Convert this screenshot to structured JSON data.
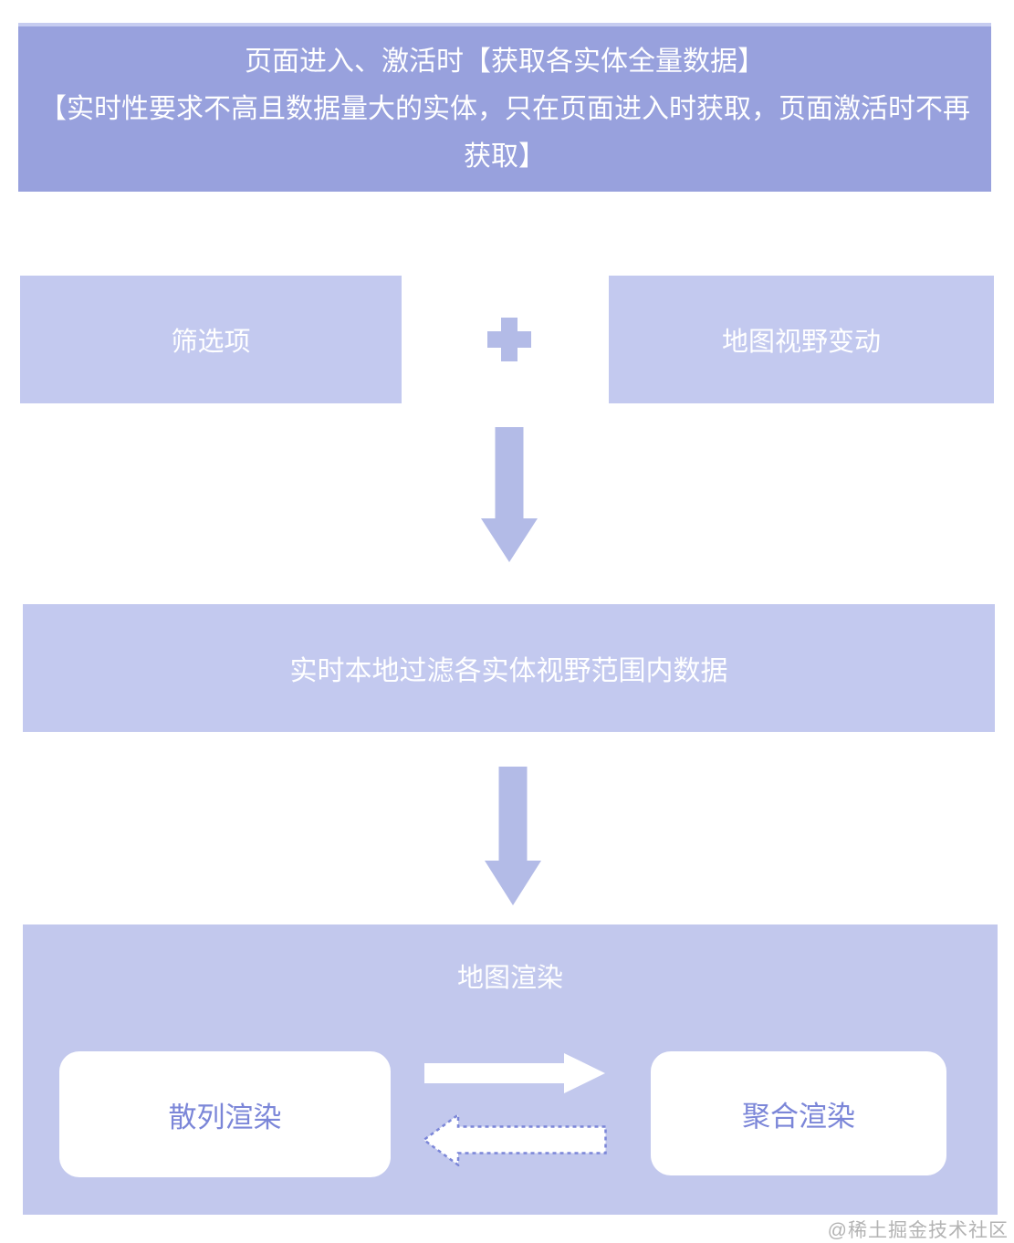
{
  "colors": {
    "box-dark": "#98a1dd",
    "box-edge": "#c6ccf0",
    "box-light": "#c3c9ef",
    "box-render": "#c2c8ed",
    "arrow": "#b3bbe7",
    "accent-text": "#7b86d8",
    "watermark": "#b3b3b3"
  },
  "flow": {
    "header": {
      "line1": "页面进入、激活时【获取各实体全量数据】",
      "line2": "【实时性要求不高且数据量大的实体，只在页面进入时获取，页面激活时不再",
      "line3": "获取】"
    },
    "inputs": {
      "filter_options": "筛选项",
      "map_viewport_change": "地图视野变动",
      "plus_icon": "plus-icon"
    },
    "local_filter": {
      "label": "实时本地过滤各实体视野范围内数据"
    },
    "render": {
      "title": "地图渲染",
      "scatter": "散列渲染",
      "cluster": "聚合渲染",
      "forward_arrow_icon": "arrow-right-icon",
      "back_arrow_icon": "arrow-left-dashed-icon"
    }
  },
  "page": {
    "watermark": "@稀土掘金技术社区"
  }
}
